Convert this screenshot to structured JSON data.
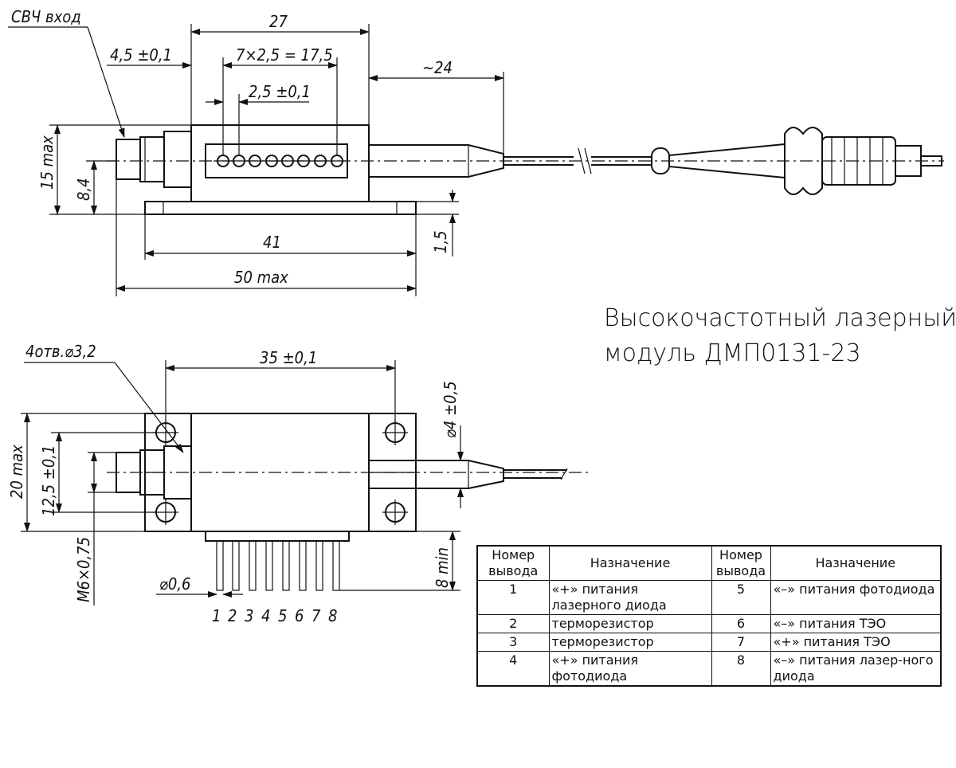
{
  "title": {
    "line1": "Высокочастотный лазерный",
    "line2": "модуль ДМП0131-23"
  },
  "top_view_dims": {
    "microwave_input": "СВЧ вход",
    "overall_length": "27",
    "connector_offset": "4,5 ±0,1",
    "pin_spacing_total": "7×2,5 = 17,5",
    "pin_pitch": "2,5 ±0,1",
    "fiber_tail": "~24",
    "height_max": "15 max",
    "axis_height": "8,4",
    "flange_thickness": "1,5",
    "mount_length": "41",
    "total_length": "50 max"
  },
  "side_view_dims": {
    "holes": "4отв.⌀3,2",
    "hole_spacing": "35 ±0,1",
    "fiber_diameter": "⌀4 ±0,5",
    "width_max": "20 max",
    "hole_row_spacing": "12,5 ±0,1",
    "thread": "M6×0,75",
    "pin_diameter": "⌀0,6",
    "pin_length": "8 min",
    "pin_numbers": [
      "1",
      "2",
      "3",
      "4",
      "5",
      "6",
      "7",
      "8"
    ]
  },
  "pin_table": {
    "headers": [
      "Номер вывода",
      "Назначение",
      "Номер вывода",
      "Назначение"
    ],
    "rows": [
      {
        "n1": "1",
        "d1": "«+» питания лазерного диода",
        "n2": "5",
        "d2": "«–» питания фотодиода"
      },
      {
        "n1": "2",
        "d1": "терморезистор",
        "n2": "6",
        "d2": "«–» питания ТЭО"
      },
      {
        "n1": "3",
        "d1": "терморезистор",
        "n2": "7",
        "d2": "«+» питания ТЭО"
      },
      {
        "n1": "4",
        "d1": "«+» питания фотодиода",
        "n2": "8",
        "d2": "«–» питания лазер-ного диода"
      }
    ]
  }
}
